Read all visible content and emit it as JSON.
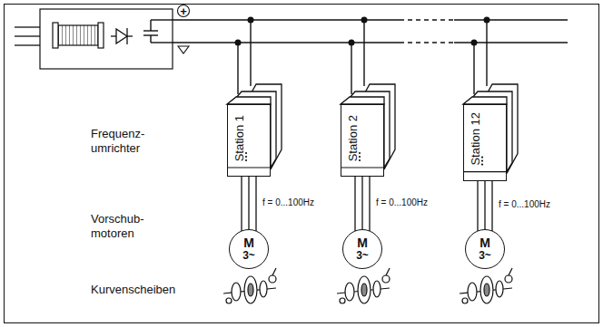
{
  "diagram": {
    "nodes": [
      {
        "text": [
          "Station 1"
        ]
      },
      {
        "text": [
          "Station 2"
        ]
      },
      {
        "text": [
          "Station 12"
        ]
      },
      {
        "text": [
          "M",
          "3~"
        ]
      },
      {
        "text": [
          "M",
          "3~"
        ]
      },
      {
        "text": [
          "M",
          "3~"
        ]
      }
    ],
    "edges": [
      {
        "from": 0,
        "to": 3,
        "arrow": "none",
        "label": "f = 0...100Hz"
      },
      {
        "from": 1,
        "to": 4,
        "arrow": "none",
        "label": "f = 0...100Hz"
      },
      {
        "from": 2,
        "to": 5,
        "arrow": "none",
        "label": "f = 0...100Hz"
      }
    ],
    "labels": [
      "+",
      "Frequenz- umrichter",
      "Vorschub- motoren",
      "Kurvenscheiben"
    ]
  }
}
